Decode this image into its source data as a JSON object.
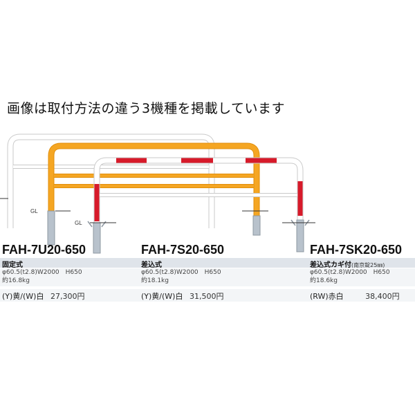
{
  "headline": "画像は取付方法の違う3機種を掲載しています",
  "ground_label": "GL",
  "colors": {
    "white": "#ffffff",
    "yellow": "#f5a623",
    "red": "#d71a2a",
    "steel": "#b8c2cc"
  },
  "products": [
    {
      "model": "FAH-7U20-650",
      "type": "固定式",
      "type_note": "",
      "spec": "φ60.5(t2.8)W2000　H650",
      "weight": "約16.8kg",
      "color_label": "(Y)黄/(W)白",
      "price": "27,300円"
    },
    {
      "model": "FAH-7S20-650",
      "type": "差込式",
      "type_note": "",
      "spec": "φ60.5(t2.8)W2000　H650",
      "weight": "約18.1kg",
      "color_label": "(Y)黄/(W)白",
      "price": "31,500円"
    },
    {
      "model": "FAH-7SK20-650",
      "type": "差込式カギ付",
      "type_note": "(南京錠25㎜)",
      "spec": "φ60.5(t2.8)W2000　H650",
      "weight": "約18.6kg",
      "color_label": "(RW)赤白",
      "price": "38,400円"
    }
  ]
}
